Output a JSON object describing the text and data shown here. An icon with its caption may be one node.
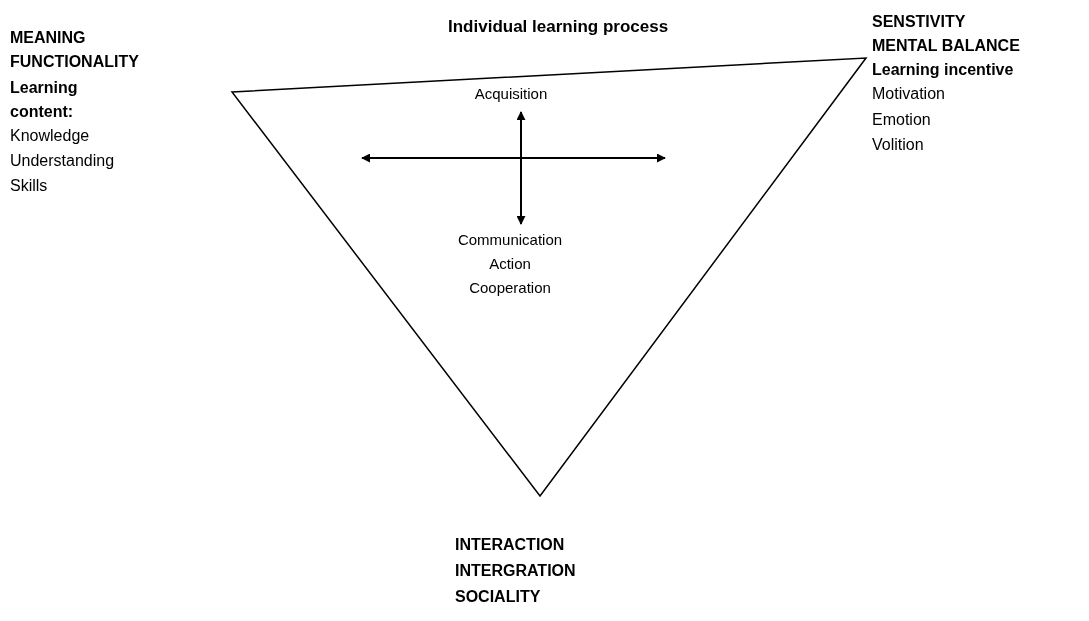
{
  "diagram": {
    "title": "Individual learning process",
    "nodes": [
      {
        "text": [],
        "shape": "triangle"
      },
      {
        "text": [
          "Acquisition"
        ],
        "in": 0
      },
      {
        "text": [
          "Communication Action Cooperation"
        ],
        "in": 0
      }
    ],
    "edges": [
      {
        "from": 1,
        "to": 2,
        "arrow": "both"
      }
    ],
    "labels": [
      "MEANING",
      "FUNCTIONALITY",
      "Learning content:",
      "Knowledge",
      "Understanding",
      "Skills",
      "SENSTIVITY",
      "MENTAL BALANCE",
      "Learning incentive",
      "Motivation",
      "Emotion",
      "Volition",
      "INTERACTION",
      "INTERGRATION",
      "SOCIALITY"
    ]
  }
}
